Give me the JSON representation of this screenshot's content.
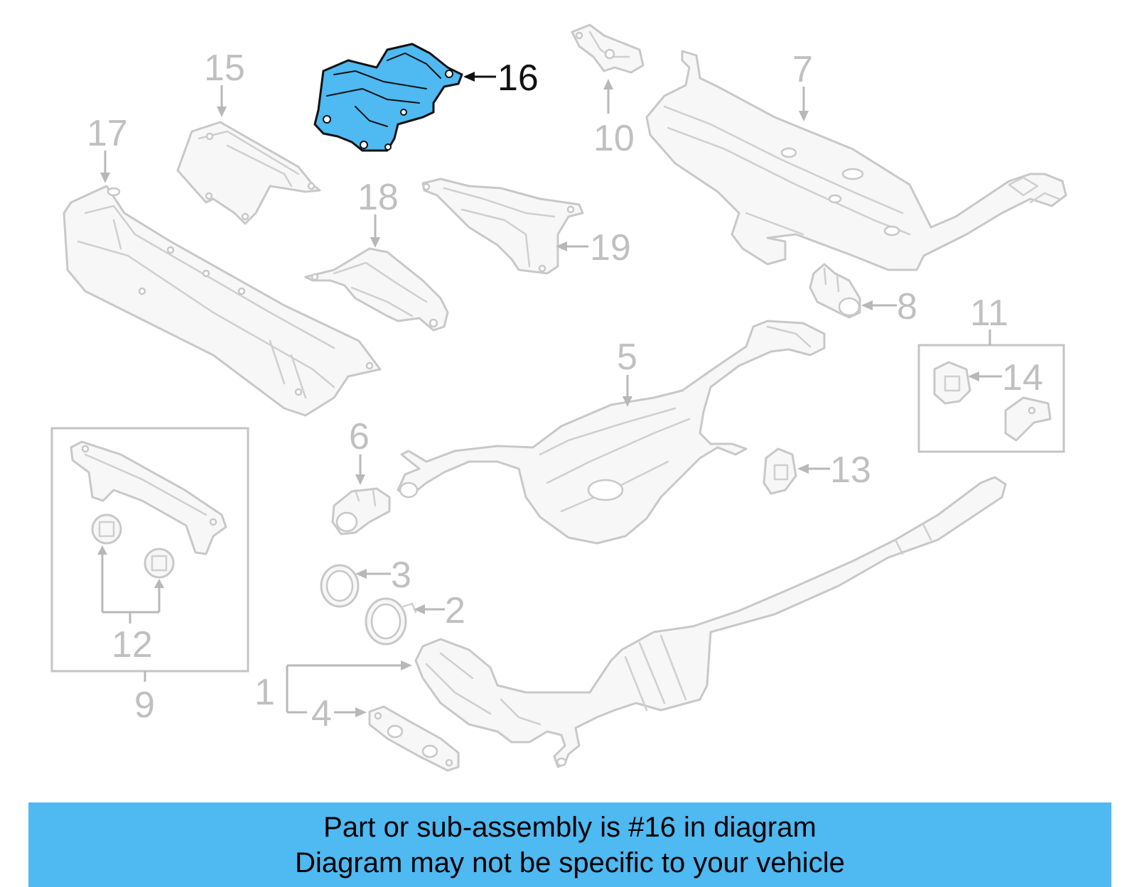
{
  "diagram": {
    "highlighted_part": "16",
    "callouts": {
      "c1": "1",
      "c2": "2",
      "c3": "3",
      "c4": "4",
      "c5": "5",
      "c6": "6",
      "c7": "7",
      "c8": "8",
      "c9": "9",
      "c10": "10",
      "c11": "11",
      "c12": "12",
      "c13": "13",
      "c14": "14",
      "c15": "15",
      "c16": "16",
      "c17": "17",
      "c18": "18",
      "c19": "19"
    },
    "colors": {
      "highlight": "#4fb9f1",
      "line_art": "#c8c8c8",
      "callout_text": "#c0c0c0",
      "highlight_callout": "#111111"
    }
  },
  "banner": {
    "line1": "Part or sub-assembly is #16 in diagram",
    "line2": "Diagram may not be specific to your vehicle"
  }
}
